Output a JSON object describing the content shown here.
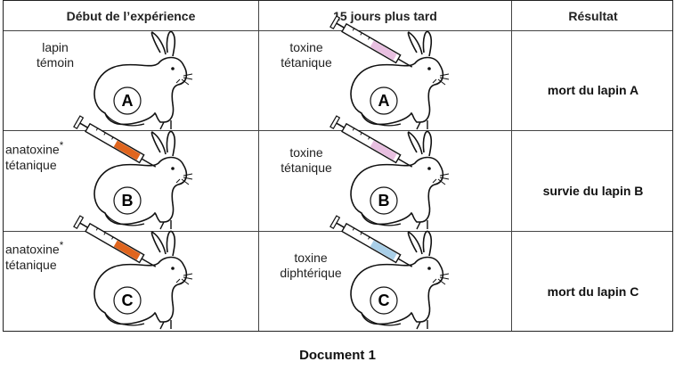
{
  "table": {
    "headers": {
      "col1": "Début de l’expérience",
      "col2": "15 jours plus tard",
      "col3": "Résultat"
    },
    "rows": [
      {
        "start_label_line1": "lapin",
        "start_label_line2": "témoin",
        "start_rabbit_letter": "A",
        "later_label_line1": "toxine",
        "later_label_line2": "tétanique",
        "later_rabbit_letter": "A",
        "later_syringe_color": "#e8bfe0",
        "result": "mort du lapin A"
      },
      {
        "start_label_line1": "anatoxine",
        "start_label_star": "*",
        "start_label_line2": "tétanique",
        "start_syringe_color": "#e0651e",
        "start_rabbit_letter": "B",
        "later_label_line1": "toxine",
        "later_label_line2": "tétanique",
        "later_rabbit_letter": "B",
        "later_syringe_color": "#e8bfe0",
        "result": "survie du lapin B"
      },
      {
        "start_label_line1": "anatoxine",
        "start_label_star": "*",
        "start_label_line2": "tétanique",
        "start_syringe_color": "#e0651e",
        "start_rabbit_letter": "C",
        "later_label_line1": "toxine",
        "later_label_line2": "diphtérique",
        "later_rabbit_letter": "C",
        "later_syringe_color": "#a9cfe8",
        "result": "mort du lapin C"
      }
    ]
  },
  "caption": "Document 1"
}
